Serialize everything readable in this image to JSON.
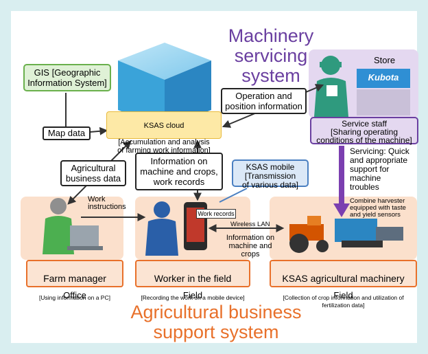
{
  "titles": {
    "machinery": "Machinery\nservicing\nsystem",
    "agricultural": "Agricultural business\nsupport system"
  },
  "boxes": {
    "gis": "GIS [Geographic\nInformation System]",
    "map_data": "Map data",
    "ksas_cloud_title": "KSAS cloud",
    "ksas_cloud_sub": "[Accumulation and analysis\nof farming work information]",
    "operation_info": "Operation and\nposition information",
    "agri_business_data": "Agricultural\nbusiness data",
    "machine_info": "Information on\nmachine and crops,\nwork records",
    "ksas_mobile": "KSAS mobile\n[Transmission\nof various data]",
    "store": "Store",
    "store_sign": "Kubota",
    "service_staff": "Service staff\n[Sharing operating\nconditions of the machine]",
    "servicing": "Servicing: Quick\nand appropriate\nsupport for\nmachine\ntroubles",
    "combine": "Combine harvester\nequipped with taste\nand yield sensors",
    "work_instructions": "Work\ninstructions",
    "work_records": "Work records",
    "wireless_lan": "Wireless LAN",
    "machine_and_crops": "Information on\nmachine and crops"
  },
  "bottom": {
    "farm_manager_title": "Farm manager",
    "farm_manager_sub": "[Using information on a PC]",
    "worker_title": "Worker in the field",
    "worker_sub": "[Recording the work on a mobile device]",
    "agri_mach_title": "KSAS agricultural machinery",
    "agri_mach_sub": "[Collection of crop information and utilization of fertilization data]",
    "office": "Office",
    "field1": "Field",
    "field2": "Field"
  },
  "colors": {
    "background": "#d9eef0",
    "machinery_title": "#6a3fa0",
    "agricultural_title": "#e8702a",
    "cloud": "#3aa3d9",
    "field_panel": "#fbe0cc",
    "store_panel": "#e4d8f0"
  }
}
